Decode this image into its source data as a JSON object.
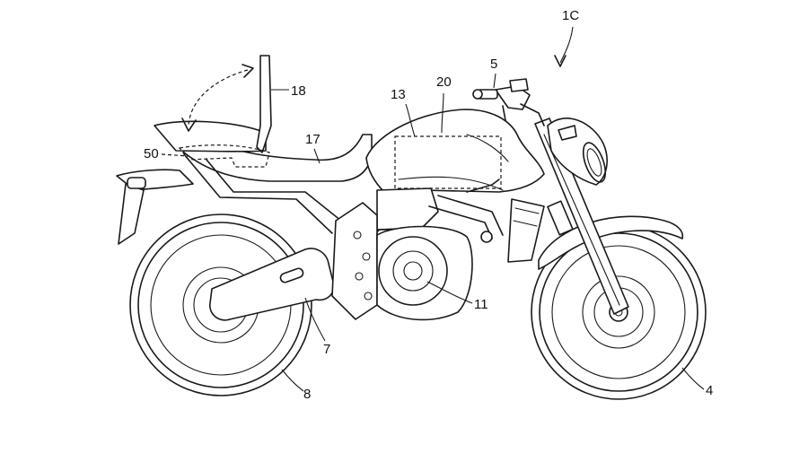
{
  "figure": {
    "title": "1C",
    "labels": {
      "l5": "5",
      "l13": "13",
      "l20": "20",
      "l18": "18",
      "l17": "17",
      "l50": "50",
      "l11": "11",
      "l7": "7",
      "l8": "8",
      "l4": "4"
    }
  }
}
